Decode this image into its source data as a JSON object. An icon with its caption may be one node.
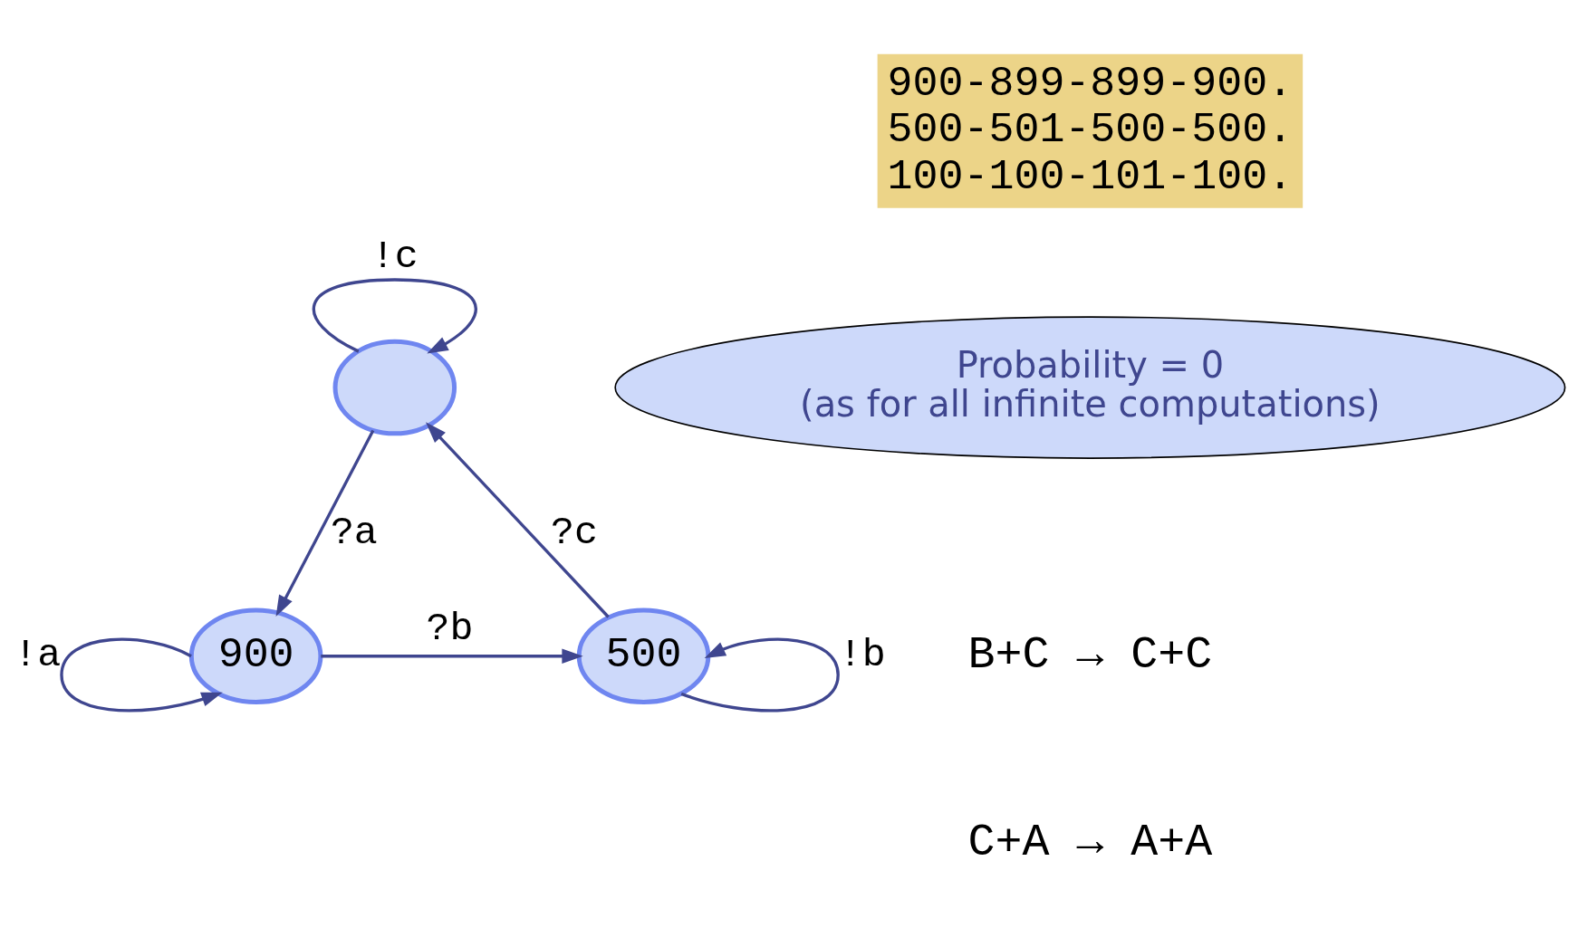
{
  "diagram": {
    "nodes": [
      {
        "text": [],
        "shape": "circle"
      },
      {
        "text": [
          "900"
        ]
      },
      {
        "text": [
          "500"
        ]
      },
      {
        "text": [
          "Probability = 0",
          "(as for all infinite computations)"
        ]
      },
      {
        "text": [
          "900-899-899-900.",
          "500-501-500-500.",
          "100-100-101-100."
        ]
      }
    ],
    "edges": [
      {
        "from": 0,
        "to": 0,
        "arrow": "to",
        "label": "!c"
      },
      {
        "from": 0,
        "to": 1,
        "arrow": "to",
        "label": "?a"
      },
      {
        "from": 1,
        "to": 2,
        "arrow": "to",
        "label": "?b"
      },
      {
        "from": 2,
        "to": 0,
        "arrow": "to",
        "label": "?c"
      },
      {
        "from": 1,
        "to": 1,
        "arrow": "to",
        "label": "!a"
      },
      {
        "from": 2,
        "to": 2,
        "arrow": "to",
        "label": "!b"
      }
    ],
    "labels": [
      "B+C → C+C",
      "C+A → A+A"
    ]
  }
}
